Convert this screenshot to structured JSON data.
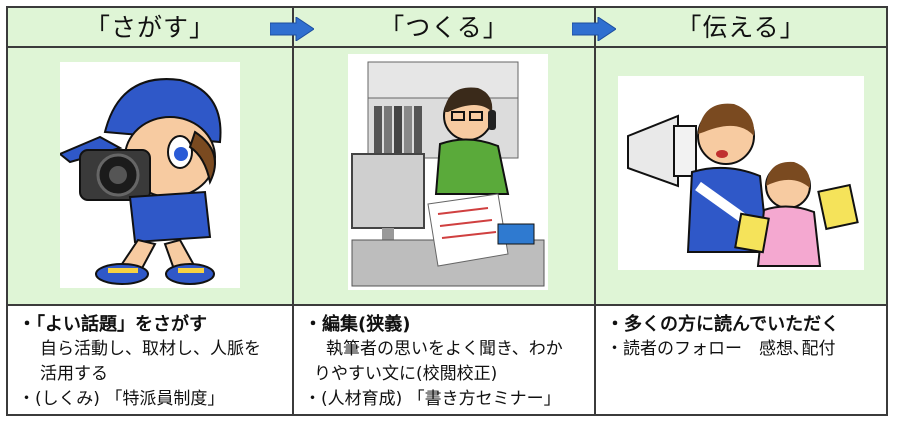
{
  "steps": [
    {
      "title": "「さがす」",
      "lines": [
        "・「よい話題」をさがす",
        "自ら活動し、取材し、人脈を",
        "活用する",
        "・(しくみ) 「特派員制度」"
      ]
    },
    {
      "title": "「つくる」",
      "lines": [
        "・編集(狭義)",
        "執筆者の思いをよく聞き、わか",
        "りやすい文に(校閲校正)",
        "・(人材育成) 「書き方セミナー」"
      ]
    },
    {
      "title": "「伝える」",
      "lines": [
        "・多くの方に読んでいただく",
        "・読者のフォロー　感想､配付"
      ]
    }
  ],
  "colors": {
    "header_bg": "#dff5d6",
    "arrow": "#2f6fd0",
    "border": "#3b3b3b"
  },
  "illustrations": [
    "camera-kid-icon",
    "editor-at-desk-icon",
    "megaphone-icon"
  ]
}
